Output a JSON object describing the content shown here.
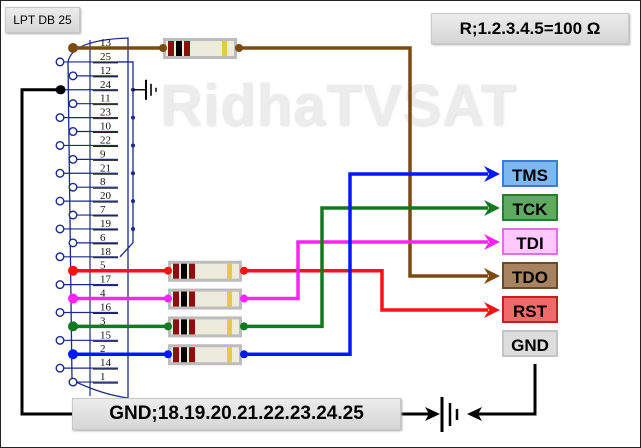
{
  "title": "LPT DB 25",
  "resistor_note": "R;1.2.3.4.5=100 Ω",
  "ground_note": "GND;18.19.20.21.22.23.24.25",
  "watermark": "RidhaTVSAT",
  "connector": {
    "pin_order": [
      "13",
      "25",
      "12",
      "24",
      "11",
      "23",
      "10",
      "22",
      "9",
      "21",
      "8",
      "20",
      "7",
      "19",
      "6",
      "18",
      "5",
      "17",
      "4",
      "16",
      "3",
      "15",
      "2",
      "14",
      "1"
    ]
  },
  "jtag_signals": [
    {
      "label": "TMS",
      "pin": "2",
      "bg": "#7fb8f0",
      "border": "#3a7fd0",
      "wire": "#0018ff"
    },
    {
      "label": "TCK",
      "pin": "3",
      "bg": "#5faa5f",
      "border": "#2d7a2d",
      "wire": "#117a1e"
    },
    {
      "label": "TDI",
      "pin": "4",
      "bg": "#ffc8ff",
      "border": "#e070e0",
      "wire": "#ff22ff"
    },
    {
      "label": "TDO",
      "pin": "13",
      "bg": "#a7825f",
      "border": "#6b4a2a",
      "wire": "#7a4a12"
    },
    {
      "label": "RST",
      "pin": "5",
      "bg": "#f06a6a",
      "border": "#c02020",
      "wire": "#ff1010"
    },
    {
      "label": "GND",
      "pin": "",
      "bg": "#dddddd",
      "border": "#c4c4c4",
      "wire": "#000000"
    }
  ],
  "colors": {
    "connector_line": "#1a2a8a",
    "resistor_body": "#ecebdc",
    "resistor_band_red": "#8b0f0f",
    "resistor_band_black": "#000000",
    "resistor_band_gold": "#e6c84a",
    "ground_wire": "#000000"
  }
}
